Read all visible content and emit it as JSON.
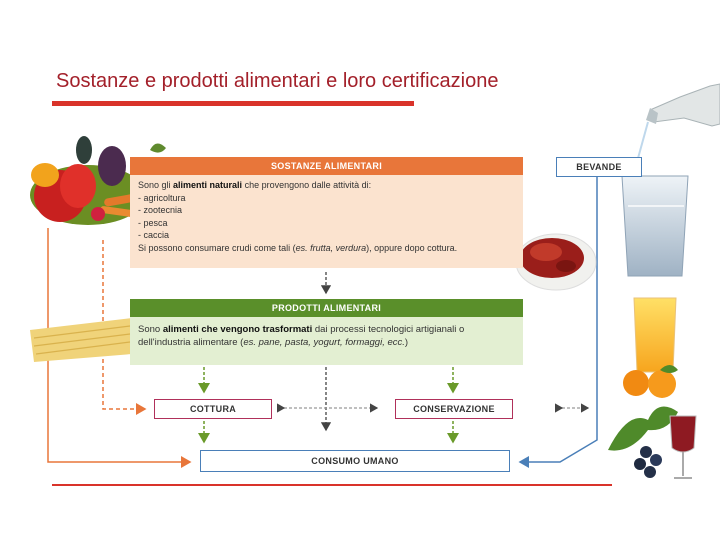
{
  "slide": {
    "title": "Sostanze e prodotti alimentari e loro certificazione"
  },
  "diagram": {
    "sostanze": {
      "header": "SOSTANZE ALIMENTARI",
      "intro_prefix": "Sono gli ",
      "intro_bold": "alimenti naturali",
      "intro_suffix": " che provengono dalle attività di:",
      "activities": [
        "- agricoltura",
        "- zootecnia",
        "- pesca",
        "- caccia"
      ],
      "consume_prefix": "Si possono consumare crudi come tali (",
      "consume_example": "es. frutta, verdura",
      "consume_suffix": "), oppure dopo cottura."
    },
    "prodotti": {
      "header": "PRODOTTI ALIMENTARI",
      "text_prefix": "Sono ",
      "text_bold": "alimenti che vengono trasformati",
      "text_middle": " dai processi tecnologici artigianali o dell'industria alimentare (",
      "text_examples": "es. pane, pasta, yogurt, formaggi, ecc.",
      "text_suffix": ")"
    },
    "bevande": "BEVANDE",
    "cottura": "COTTURA",
    "conservazione": "CONSERVAZIONE",
    "consumo": "CONSUMO UMANO"
  },
  "icons": [
    "vegetables-image",
    "meat-image",
    "pasta-image",
    "wine-bottle-image",
    "water-glass-image",
    "orange-juice-image",
    "wine-grapes-image"
  ],
  "colors": {
    "title": "#a3202a",
    "accent_red": "#d9332a",
    "sostanze_header": "#e8763a",
    "sostanze_body": "#fbe3cf",
    "prodotti_header": "#5a8f2a",
    "prodotti_body": "#e3efd2",
    "bevande_line": "#4a7fb8",
    "arrow_orange": "#e8763a",
    "arrow_green": "#6a9a2a"
  }
}
